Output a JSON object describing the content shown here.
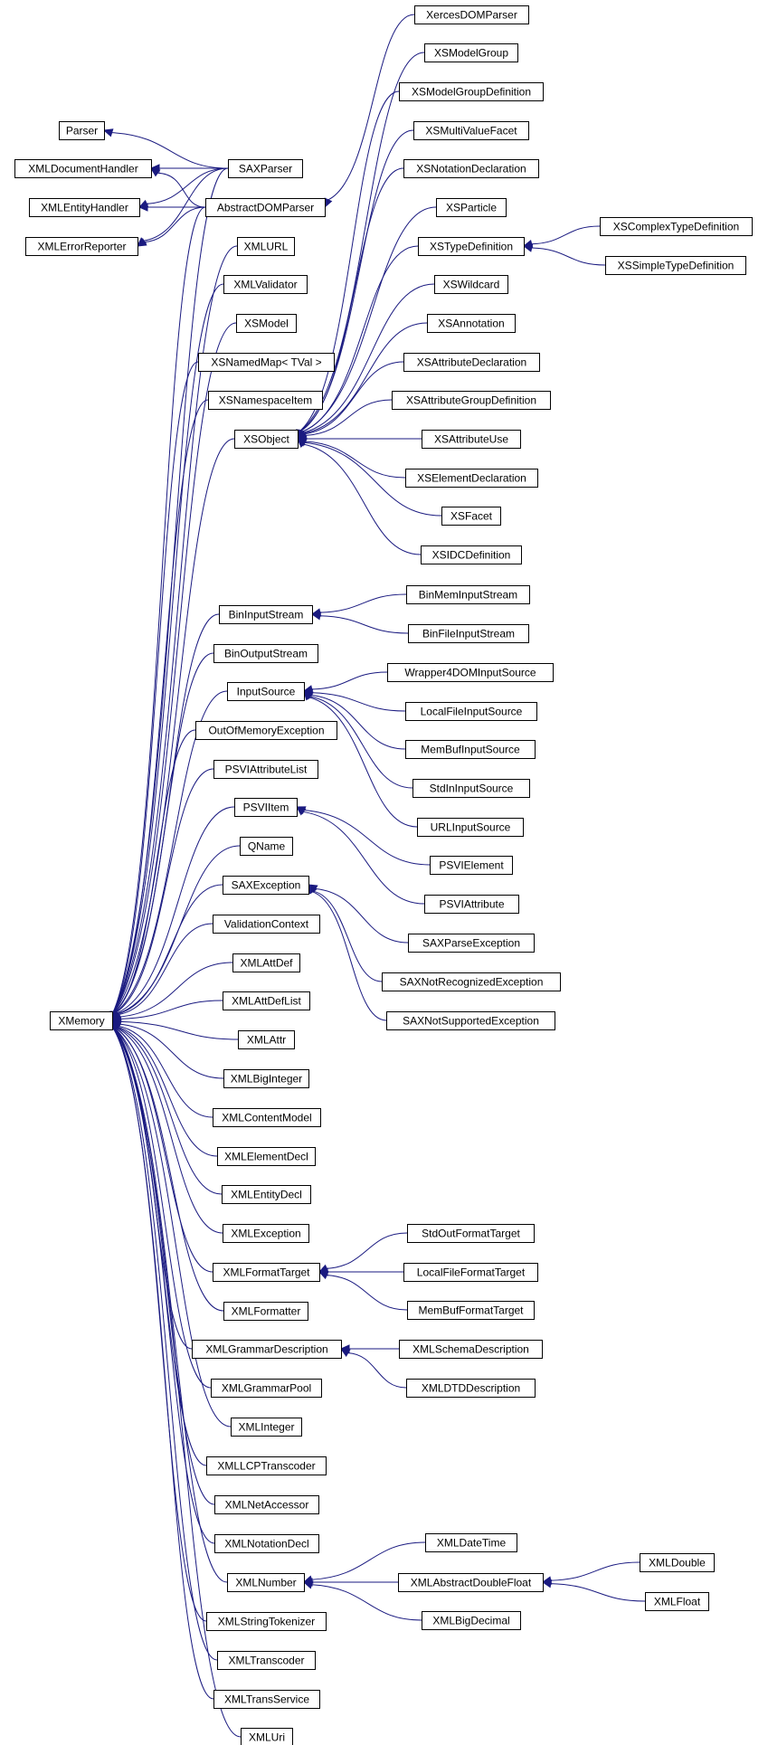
{
  "colors": {
    "edge": "#1a1a80",
    "node_border": "#000000",
    "background": "#ffffff"
  },
  "nodes": {
    "XercesDOMParser": "XercesDOMParser",
    "XSModelGroup": "XSModelGroup",
    "XSModelGroupDefinition": "XSModelGroupDefinition",
    "XSMultiValueFacet": "XSMultiValueFacet",
    "XSNotationDeclaration": "XSNotationDeclaration",
    "XSParticle": "XSParticle",
    "XSTypeDefinition": "XSTypeDefinition",
    "XSComplexTypeDefinition": "XSComplexTypeDefinition",
    "XSSimpleTypeDefinition": "XSSimpleTypeDefinition",
    "XSWildcard": "XSWildcard",
    "XSAnnotation": "XSAnnotation",
    "XSAttributeDeclaration": "XSAttributeDeclaration",
    "XSAttributeGroupDefinition": "XSAttributeGroupDefinition",
    "XSAttributeUse": "XSAttributeUse",
    "XSElementDeclaration": "XSElementDeclaration",
    "XSFacet": "XSFacet",
    "XSIDCDefinition": "XSIDCDefinition",
    "Parser": "Parser",
    "XMLDocumentHandler": "XMLDocumentHandler",
    "XMLEntityHandler": "XMLEntityHandler",
    "XMLErrorReporter": "XMLErrorReporter",
    "SAXParser": "SAXParser",
    "AbstractDOMParser": "AbstractDOMParser",
    "XMLURL": "XMLURL",
    "XMLValidator": "XMLValidator",
    "XSModel": "XSModel",
    "XSNamedMap": "XSNamedMap< TVal >",
    "XSNamespaceItem": "XSNamespaceItem",
    "XSObject": "XSObject",
    "BinInputStream": "BinInputStream",
    "BinMemInputStream": "BinMemInputStream",
    "BinFileInputStream": "BinFileInputStream",
    "BinOutputStream": "BinOutputStream",
    "InputSource": "InputSource",
    "Wrapper4DOMInputSource": "Wrapper4DOMInputSource",
    "LocalFileInputSource": "LocalFileInputSource",
    "MemBufInputSource": "MemBufInputSource",
    "StdInInputSource": "StdInInputSource",
    "URLInputSource": "URLInputSource",
    "OutOfMemoryException": "OutOfMemoryException",
    "PSVIAttributeList": "PSVIAttributeList",
    "PSVIItem": "PSVIItem",
    "PSVIElement": "PSVIElement",
    "PSVIAttribute": "PSVIAttribute",
    "QName": "QName",
    "SAXException": "SAXException",
    "SAXParseException": "SAXParseException",
    "SAXNotRecognizedException": "SAXNotRecognizedException",
    "SAXNotSupportedException": "SAXNotSupportedException",
    "ValidationContext": "ValidationContext",
    "XMLAttDef": "XMLAttDef",
    "XMLMemory": "XMemory",
    "XMLAttDefList": "XMLAttDefList",
    "XMLAttr": "XMLAttr",
    "XMLBigInteger": "XMLBigInteger",
    "XMLContentModel": "XMLContentModel",
    "XMLElementDecl": "XMLElementDecl",
    "XMLEntityDecl": "XMLEntityDecl",
    "XMLException": "XMLException",
    "XMLFormatTarget": "XMLFormatTarget",
    "StdOutFormatTarget": "StdOutFormatTarget",
    "LocalFileFormatTarget": "LocalFileFormatTarget",
    "MemBufFormatTarget": "MemBufFormatTarget",
    "XMLFormatter": "XMLFormatter",
    "XMLGrammarDescription": "XMLGrammarDescription",
    "XMLSchemaDescription": "XMLSchemaDescription",
    "XMLDTDDescription": "XMLDTDDescription",
    "XMLGrammarPool": "XMLGrammarPool",
    "XMLInteger": "XMLInteger",
    "XMLLCPTranscoder": "XMLLCPTranscoder",
    "XMLNetAccessor": "XMLNetAccessor",
    "XMLNotationDecl": "XMLNotationDecl",
    "XMLNumber": "XMLNumber",
    "XMLDateTime": "XMLDateTime",
    "XMLAbstractDoubleFloat": "XMLAbstractDoubleFloat",
    "XMLDouble": "XMLDouble",
    "XMLFloat": "XMLFloat",
    "XMLBigDecimal": "XMLBigDecimal",
    "XMLStringTokenizer": "XMLStringTokenizer",
    "XMLTranscoder": "XMLTranscoder",
    "XMLTransService": "XMLTransService",
    "XMLUri": "XMLUri"
  }
}
